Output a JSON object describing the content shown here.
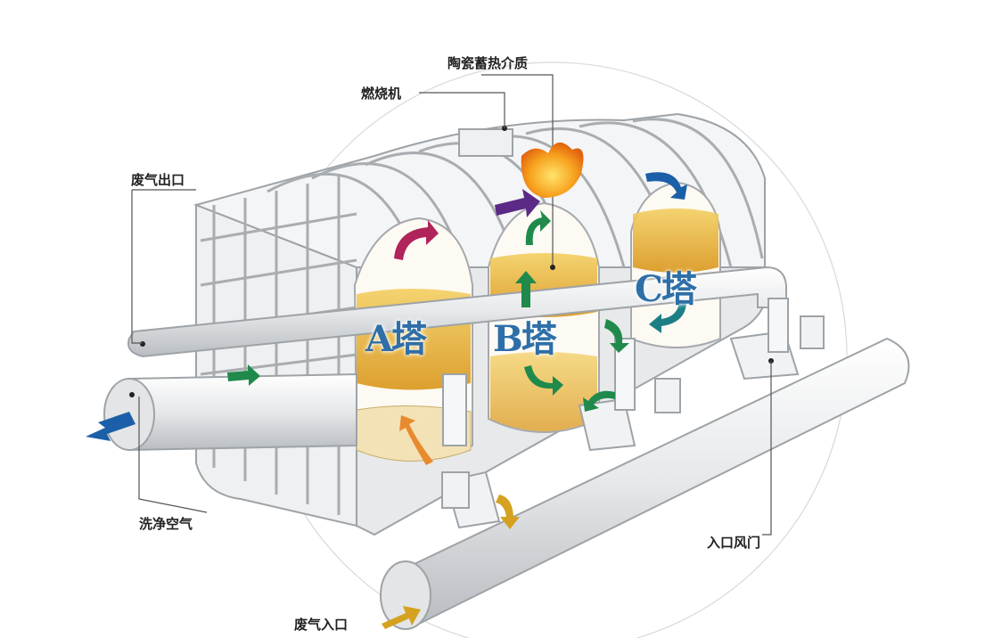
{
  "labels": {
    "ceramic_media": "陶瓷蓄热介质",
    "burner": "燃烧机",
    "exhaust_outlet": "废气出口",
    "clean_air": "洗净空气",
    "inlet_damper": "入口风门",
    "exhaust_inlet": "废气入口"
  },
  "towers": {
    "a": "A塔",
    "b": "B塔",
    "c": "C塔"
  },
  "colors": {
    "tower_label": "#2f6fa8",
    "media_fill": "#e8a92b",
    "flow_green": "#1f8a4c",
    "flow_purple": "#5b2a86",
    "flow_red": "#b0245a",
    "flow_orange": "#e88a2e",
    "flow_blue": "#1a5fa8",
    "flow_teal": "#1c7f86",
    "inlet_arrow": "#d4a21f"
  },
  "icons": [
    "flame-icon",
    "flow-arrow-icon"
  ]
}
